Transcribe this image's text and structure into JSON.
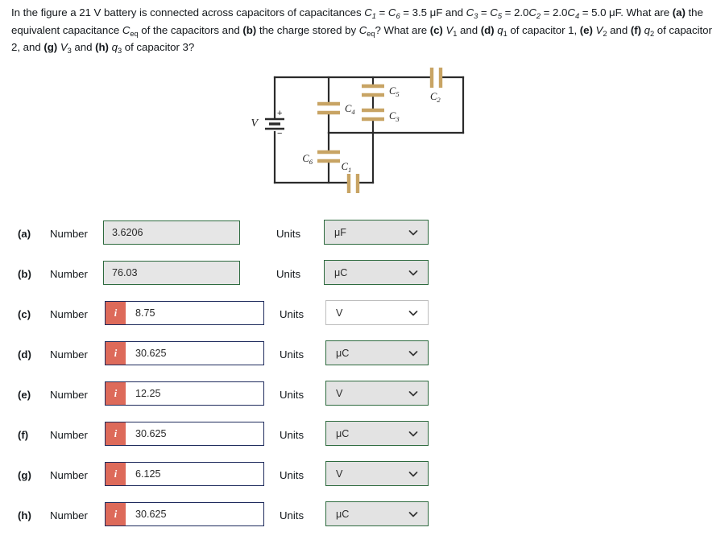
{
  "question": {
    "line1_a": "In the figure a 21 V battery is connected across capacitors of capacitances ",
    "c1": "C",
    "c1_sub": "1",
    "eq1": " = ",
    "c6": "C",
    "c6_sub": "6",
    "val1": " = 3.5 μF and ",
    "c3": "C",
    "c3_sub": "3",
    "c5": "C",
    "c5_sub": "5",
    "coef2": "2.0",
    "c2": "C",
    "c2_sub": "2",
    "coef4": "2.0",
    "c4": "C",
    "c4_sub": "4",
    "val2": " = 5.0 μF. What are ",
    "a_tag": "(a)",
    "eq_text": " the equivalent capacitance ",
    "ceq": "C",
    "ceq_sub": "eq",
    "mid": " of the capacitors and ",
    "b_tag": "(b)",
    "charge_text": " the charge stored by ",
    "q_mark": "? What are ",
    "c_tag": "(c)",
    "v1": "V",
    "v1_sub": "1",
    "and1": " and ",
    "d_tag": "(d)",
    "q1": "q",
    "q1_sub": "1",
    "cap1": " of capacitor 1, ",
    "e_tag": "(e)",
    "v2": "V",
    "v2_sub": "2",
    "and2": " and ",
    "f_tag": "(f)",
    "q2": "q",
    "q2_sub": "2",
    "cap2": " of capacitor 2, and ",
    "g_tag": "(g)",
    "v3": "V",
    "v3_sub": "3",
    "and3": " and ",
    "h_tag": "(h)",
    "q3": "q",
    "q3_sub": "3",
    "cap3": " of capacitor 3?"
  },
  "figure": {
    "battery_label": "V",
    "battery_plus": "+",
    "battery_minus": "−",
    "capacitors": [
      {
        "id": "C1",
        "base": "C",
        "sub": "1"
      },
      {
        "id": "C2",
        "base": "C",
        "sub": "2"
      },
      {
        "id": "C3",
        "base": "C",
        "sub": "3"
      },
      {
        "id": "C4",
        "base": "C",
        "sub": "4"
      },
      {
        "id": "C5",
        "base": "C",
        "sub": "5"
      },
      {
        "id": "C6",
        "base": "C",
        "sub": "6"
      }
    ],
    "colors": {
      "wire": "#2b2b2b",
      "plate": "#c8a464",
      "label": "#1a1a1a"
    }
  },
  "answers": {
    "number_label": "Number",
    "units_label": "Units",
    "rows": [
      {
        "tag": "(a)",
        "value": "3.6206",
        "unit": "μF",
        "badge": "",
        "style": "plain",
        "select_style": "green"
      },
      {
        "tag": "(b)",
        "value": "76.03",
        "unit": "μC",
        "badge": "",
        "style": "plain",
        "select_style": "green"
      },
      {
        "tag": "(c)",
        "value": "8.75",
        "unit": "V",
        "badge": "i",
        "style": "badged",
        "select_style": "grey"
      },
      {
        "tag": "(d)",
        "value": "30.625",
        "unit": "μC",
        "badge": "i",
        "style": "badged",
        "select_style": "green"
      },
      {
        "tag": "(e)",
        "value": "12.25",
        "unit": "V",
        "badge": "i",
        "style": "badged",
        "select_style": "green"
      },
      {
        "tag": "(f)",
        "value": "30.625",
        "unit": "μC",
        "badge": "i",
        "style": "badged",
        "select_style": "green"
      },
      {
        "tag": "(g)",
        "value": "6.125",
        "unit": "V",
        "badge": "i",
        "style": "badged",
        "select_style": "green"
      },
      {
        "tag": "(h)",
        "value": "30.625",
        "unit": "μC",
        "badge": "i",
        "style": "badged",
        "select_style": "green"
      }
    ]
  },
  "colors": {
    "accent_red": "#dd6a5a",
    "accent_green": "#2d6a3e",
    "field_grey": "#e6e6e6",
    "border_blue": "#1d2a5c"
  }
}
